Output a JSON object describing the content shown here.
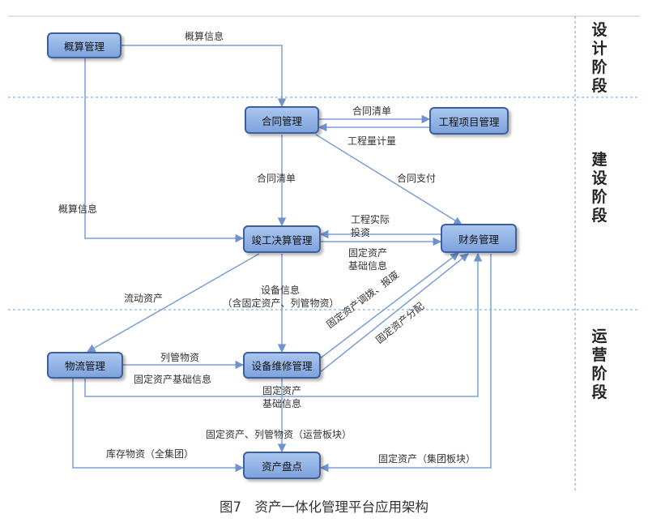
{
  "nodes": {
    "gaisuan": "概算管理",
    "hetong": "合同管理",
    "gongcheng": "工程项目管理",
    "jungong": "竣工决算管理",
    "caiwu": "财务管理",
    "wuliu": "物流管理",
    "shebei": "设备维修管理",
    "zichan": "资产盘点"
  },
  "edges": {
    "gaisuan_hetong": "概算信息",
    "gaisuan_jungong": "概算信息",
    "hetong_gongcheng": "合同清单",
    "gongcheng_hetong": "工程量计量",
    "hetong_jungong": "合同清单",
    "hetong_caiwu": "合同支付",
    "caiwu_jungong_1": "工程实际",
    "caiwu_jungong_2": "投资",
    "jungong_caiwu_1": "固定资产",
    "jungong_caiwu_2": "基础信息",
    "jungong_wuliu": "流动资产",
    "jungong_shebei_1": "设备信息",
    "jungong_shebei_2": "（含固定资产、列管物资）",
    "wuliu_shebei": "列管物资",
    "wuliu_shebei_2": "固定资产基础信息",
    "wuliu_caiwu_1": "固定资产",
    "wuliu_caiwu_2": "基础信息",
    "shebei_caiwu_1": "固定资产调拨、报废",
    "shebei_caiwu_2": "固定资产分配",
    "shebei_zichan": "固定资产、列管物资（运营板块）",
    "wuliu_zichan": "库存物资（全集团）",
    "caiwu_zichan": "固定资产（集团板块）"
  },
  "stages": {
    "design": "设计阶段",
    "construction": "建设阶段",
    "operation": "运营阶段"
  },
  "caption": "图7　资产一体化管理平台应用架构"
}
